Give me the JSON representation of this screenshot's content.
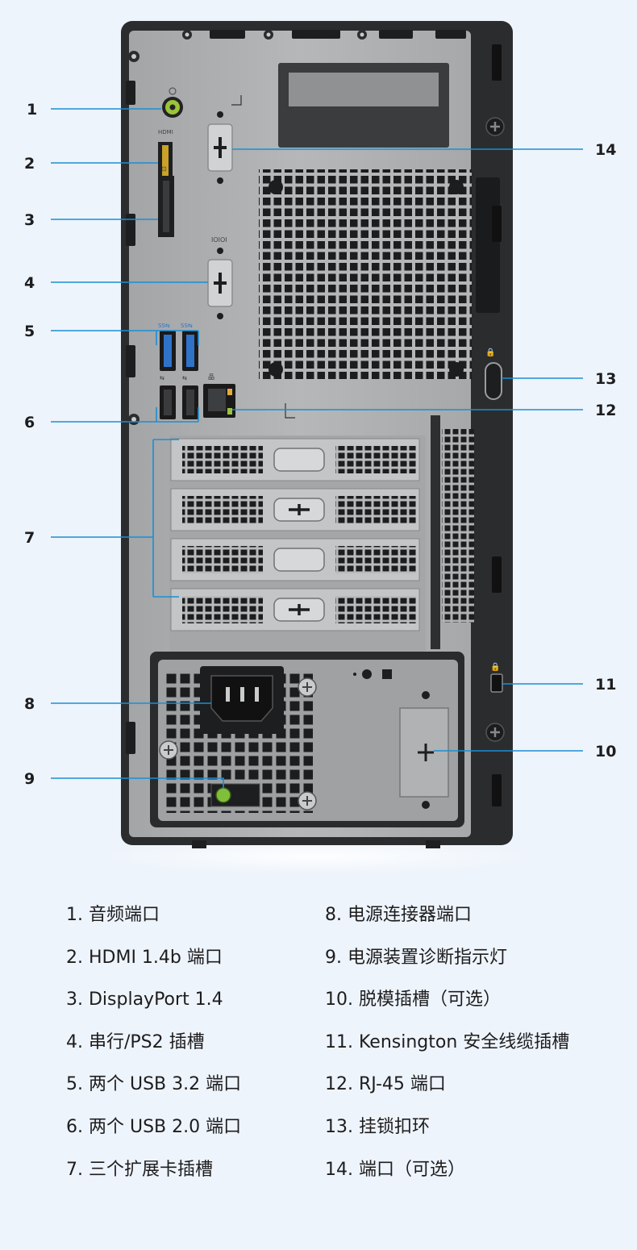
{
  "callouts": {
    "c1": "1",
    "c2": "2",
    "c3": "3",
    "c4": "4",
    "c5": "5",
    "c6": "6",
    "c7": "7",
    "c8": "8",
    "c9": "9",
    "c10": "10",
    "c11": "11",
    "c12": "12",
    "c13": "13",
    "c14": "14"
  },
  "port_labels": {
    "hdmi": "HDMI",
    "serial": "IOIOI"
  },
  "legend": {
    "left": [
      "1. 音频端口",
      "2. HDMI 1.4b 端口",
      "3. DisplayPort 1.4",
      "4. 串行/PS2 插槽",
      "5. 两个 USB 3.2 端口",
      "6. 两个 USB 2.0 端口",
      "7. 三个扩展卡插槽"
    ],
    "right": [
      "8. 电源连接器端口",
      "9. 电源装置诊断指示灯",
      "10. 脱模插槽（可选）",
      "11. Kensington 安全线缆插槽",
      "12. RJ-45 端口",
      "13. 挂锁扣环",
      "14. 端口（可选）"
    ]
  },
  "colors": {
    "background": "#eef4fb",
    "callout_line": "#1a8fd4",
    "chassis": "#2b2c2e",
    "panel": "#a9abad",
    "usb3_blue": "#2f73c9",
    "audio_green": "#9ac43a",
    "led_green": "#7fbf3a"
  }
}
